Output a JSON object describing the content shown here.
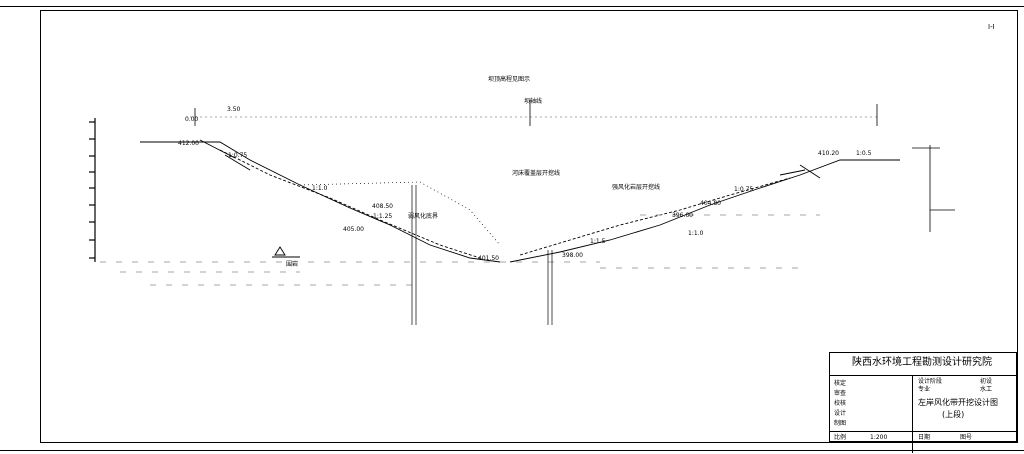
{
  "sheet": {
    "institute": "陕西水环境工程勘测设计研究院",
    "drawing_title": "左岸风化带开挖设计图",
    "drawing_subtitle": "(上段)",
    "corner_mark": "Ⅰ-Ⅰ",
    "section_note": "坝顶高程见图示",
    "center_label": "坝轴线",
    "center_note": "河床覆盖层开挖线",
    "right_note": "强风化岩层开挖线",
    "left_note": "弱风化底界",
    "block_label": "围岩",
    "rows": [
      {
        "role": "核定",
        "name": "",
        "date": "",
        "col2": "设计阶段",
        "col2_val": "初设"
      },
      {
        "role": "审查",
        "name": "",
        "date": "",
        "col2": "专业",
        "col2_val": "水工"
      },
      {
        "role": "校核",
        "name": "",
        "date": "",
        "col2": "",
        "col2_val": ""
      },
      {
        "role": "设计",
        "name": "",
        "date": "",
        "col2": "",
        "col2_val": ""
      },
      {
        "role": "制图",
        "name": "",
        "date": "",
        "col2": "",
        "col2_val": ""
      }
    ],
    "bottom_row": {
      "label": "比例",
      "scale": "1:200",
      "date_label": "日期",
      "drawing_no_label": "图号"
    }
  },
  "labels": {
    "l1": "△",
    "l2": "0.00",
    "l3": "3.50",
    "l4": "1:0.75",
    "l5": "1:1.0",
    "l6": "1:1.25",
    "l7": "1:1.5",
    "l8": "412.00",
    "l9": "408.50",
    "l10": "405.00",
    "l11": "401.50",
    "l12": "398.00",
    "l13": "1:1.0",
    "l14": "1:0.75",
    "l15": "1:0.5",
    "l16": "410.20",
    "l17": "404.80",
    "l18": "396.60"
  }
}
